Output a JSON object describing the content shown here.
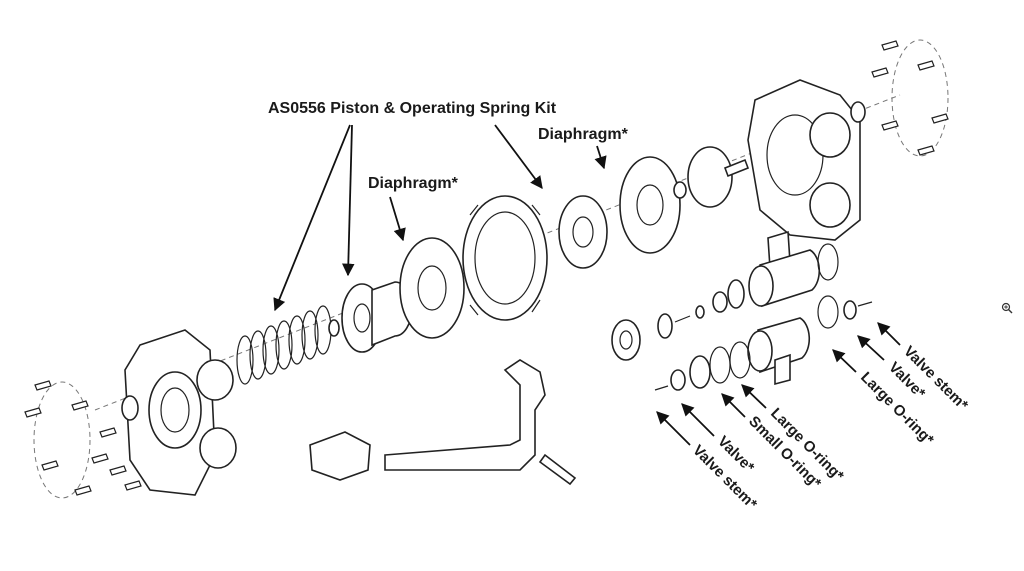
{
  "labels": {
    "kit": "AS0556 Piston & Operating Spring Kit",
    "diaphragm_left": "Diaphragm*",
    "diaphragm_right": "Diaphragm*",
    "valve_stem_right": "Valve stem*",
    "valve_right": "Valve*",
    "large_oring_right": "Large O-ring*",
    "large_oring_left": "Large O-ring*",
    "small_oring_left": "Small O-ring*",
    "valve_left": "Valve*",
    "valve_stem_left": "Valve stem*"
  },
  "zoom_icon": "zoom-in-icon"
}
